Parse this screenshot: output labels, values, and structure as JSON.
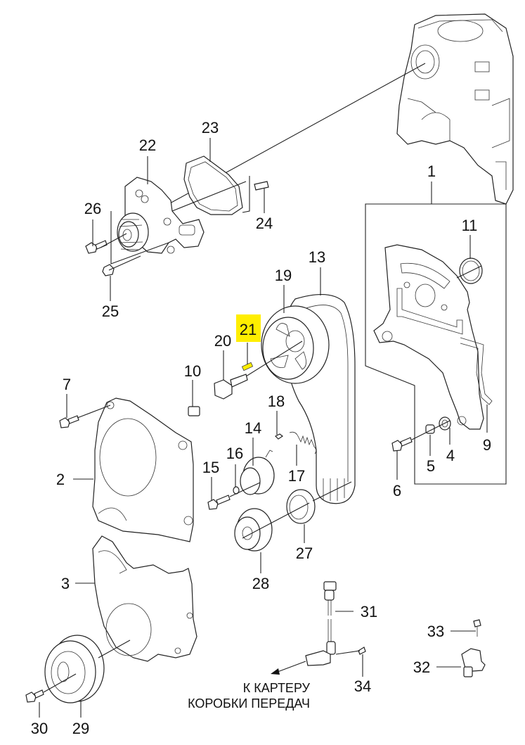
{
  "diagram": {
    "title": "Timing belt, covers and water pump — exploded parts view",
    "highlight_color": "#ffee00",
    "highlighted_callout": "21",
    "callouts": [
      {
        "id": "1",
        "label": "1"
      },
      {
        "id": "2",
        "label": "2"
      },
      {
        "id": "3",
        "label": "3"
      },
      {
        "id": "4",
        "label": "4"
      },
      {
        "id": "5",
        "label": "5"
      },
      {
        "id": "6",
        "label": "6"
      },
      {
        "id": "7",
        "label": "7"
      },
      {
        "id": "9",
        "label": "9"
      },
      {
        "id": "10",
        "label": "10"
      },
      {
        "id": "11",
        "label": "11"
      },
      {
        "id": "13",
        "label": "13"
      },
      {
        "id": "14",
        "label": "14"
      },
      {
        "id": "15",
        "label": "15"
      },
      {
        "id": "16",
        "label": "16"
      },
      {
        "id": "17",
        "label": "17"
      },
      {
        "id": "18",
        "label": "18"
      },
      {
        "id": "19",
        "label": "19"
      },
      {
        "id": "20",
        "label": "20"
      },
      {
        "id": "21",
        "label": "21"
      },
      {
        "id": "22",
        "label": "22"
      },
      {
        "id": "23",
        "label": "23"
      },
      {
        "id": "24",
        "label": "24"
      },
      {
        "id": "25",
        "label": "25"
      },
      {
        "id": "26",
        "label": "26"
      },
      {
        "id": "27",
        "label": "27"
      },
      {
        "id": "28",
        "label": "28"
      },
      {
        "id": "29",
        "label": "29"
      },
      {
        "id": "30",
        "label": "30"
      },
      {
        "id": "31",
        "label": "31"
      },
      {
        "id": "32",
        "label": "32"
      },
      {
        "id": "33",
        "label": "33"
      },
      {
        "id": "34",
        "label": "34"
      }
    ],
    "note": {
      "line1": "К КАРТЕРУ",
      "line2": "КОРОБКИ ПЕРЕДАЧ"
    }
  }
}
